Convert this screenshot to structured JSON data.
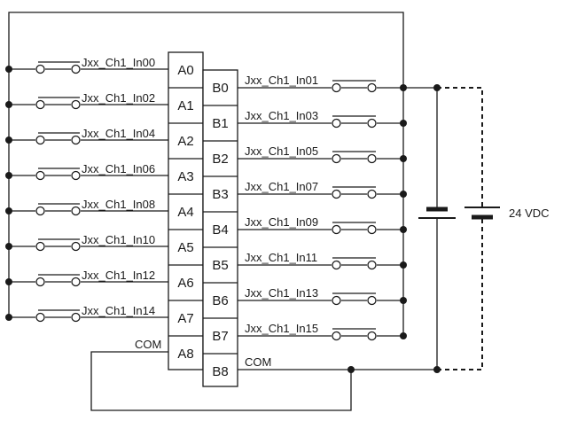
{
  "connector": {
    "a_pins": [
      "A0",
      "A1",
      "A2",
      "A3",
      "A4",
      "A5",
      "A6",
      "A7",
      "A8"
    ],
    "b_pins": [
      "B0",
      "B1",
      "B2",
      "B3",
      "B4",
      "B5",
      "B6",
      "B7",
      "B8"
    ]
  },
  "inputs_left": [
    "Jxx_Ch1_In00",
    "Jxx_Ch1_In02",
    "Jxx_Ch1_In04",
    "Jxx_Ch1_In06",
    "Jxx_Ch1_In08",
    "Jxx_Ch1_In10",
    "Jxx_Ch1_In12",
    "Jxx_Ch1_In14"
  ],
  "inputs_right": [
    "Jxx_Ch1_In01",
    "Jxx_Ch1_In03",
    "Jxx_Ch1_In05",
    "Jxx_Ch1_In07",
    "Jxx_Ch1_In09",
    "Jxx_Ch1_In11",
    "Jxx_Ch1_In13",
    "Jxx_Ch1_In15"
  ],
  "com_labels": {
    "left": "COM",
    "right": "COM"
  },
  "supply": {
    "label": "24 VDC"
  }
}
